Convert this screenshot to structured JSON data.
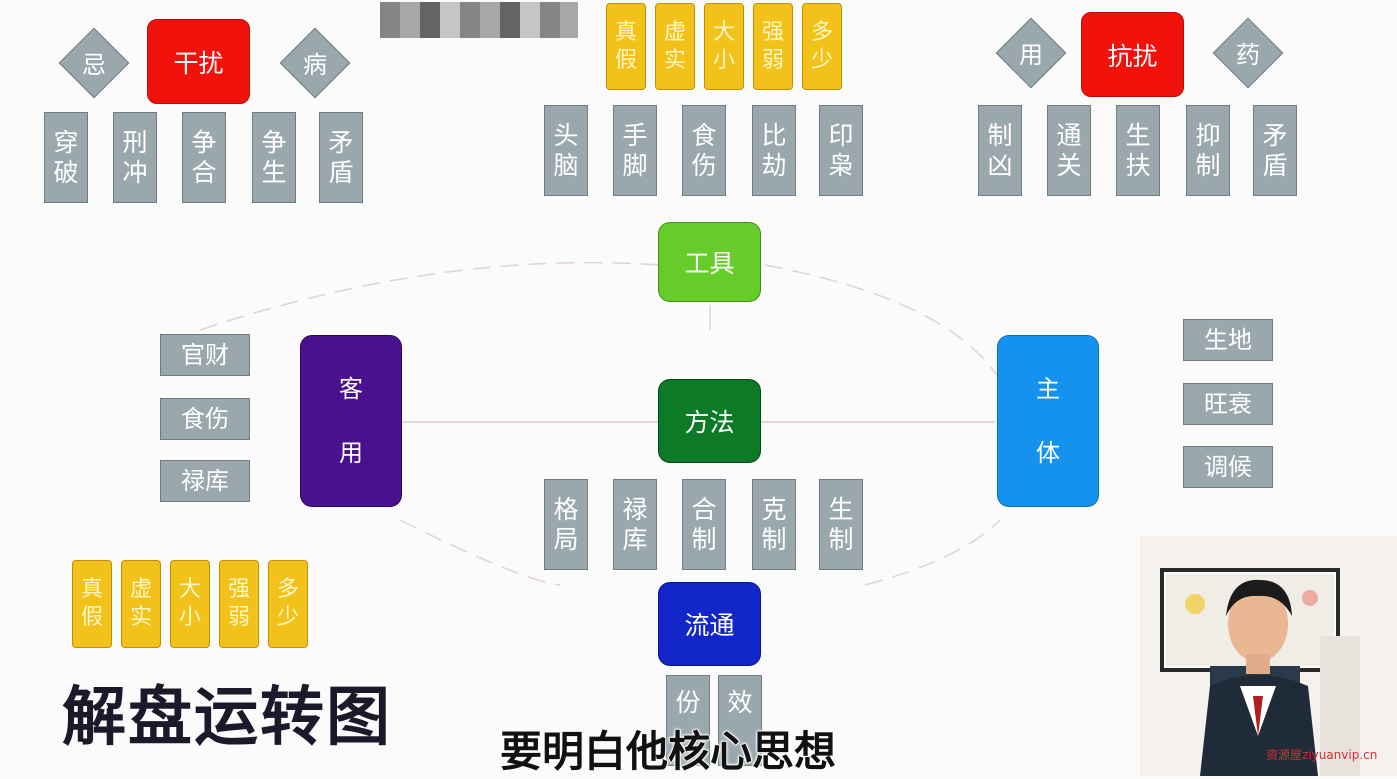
{
  "title": "解盘运转图",
  "subtitle": "要明白他核心思想",
  "watermark": "资源屋ziyuanvip.cn",
  "colors": {
    "gray_box": "#9aa8ad",
    "yellow_box": "#f3c21a",
    "red_hub": "#f2120c",
    "tool_hub": "#66cc2a",
    "method_hub": "#0c7a26",
    "flow_hub": "#1326c9",
    "guest_hub": "#4a118f",
    "host_hub": "#1592ee"
  },
  "left_group": {
    "hub": "干扰",
    "diamond_left": "忌",
    "diamond_right": "病",
    "items": [
      "穿破",
      "刑冲",
      "争合",
      "争生",
      "矛盾"
    ]
  },
  "right_group": {
    "hub": "抗扰",
    "diamond_left": "用",
    "diamond_right": "药",
    "items": [
      "制凶",
      "通关",
      "生扶",
      "抑制",
      "矛盾"
    ]
  },
  "top_group": {
    "yellow": [
      "真假",
      "虚实",
      "大小",
      "强弱",
      "多少"
    ],
    "items": [
      "头脑",
      "手脚",
      "食伤",
      "比劫",
      "印枭"
    ]
  },
  "hubs": {
    "tool": "工具",
    "method": "方法",
    "flow": "流通",
    "guest": "客用",
    "host": "主体"
  },
  "guest_items": [
    "官财",
    "食伤",
    "禄库"
  ],
  "host_items": [
    "生地",
    "旺衰",
    "调候"
  ],
  "method_items": [
    "格局",
    "禄库",
    "合制",
    "克制",
    "生制"
  ],
  "flow_items": [
    "份",
    "效"
  ],
  "bottom_yellow": [
    "真假",
    "虚实",
    "大小",
    "强弱",
    "多少"
  ]
}
